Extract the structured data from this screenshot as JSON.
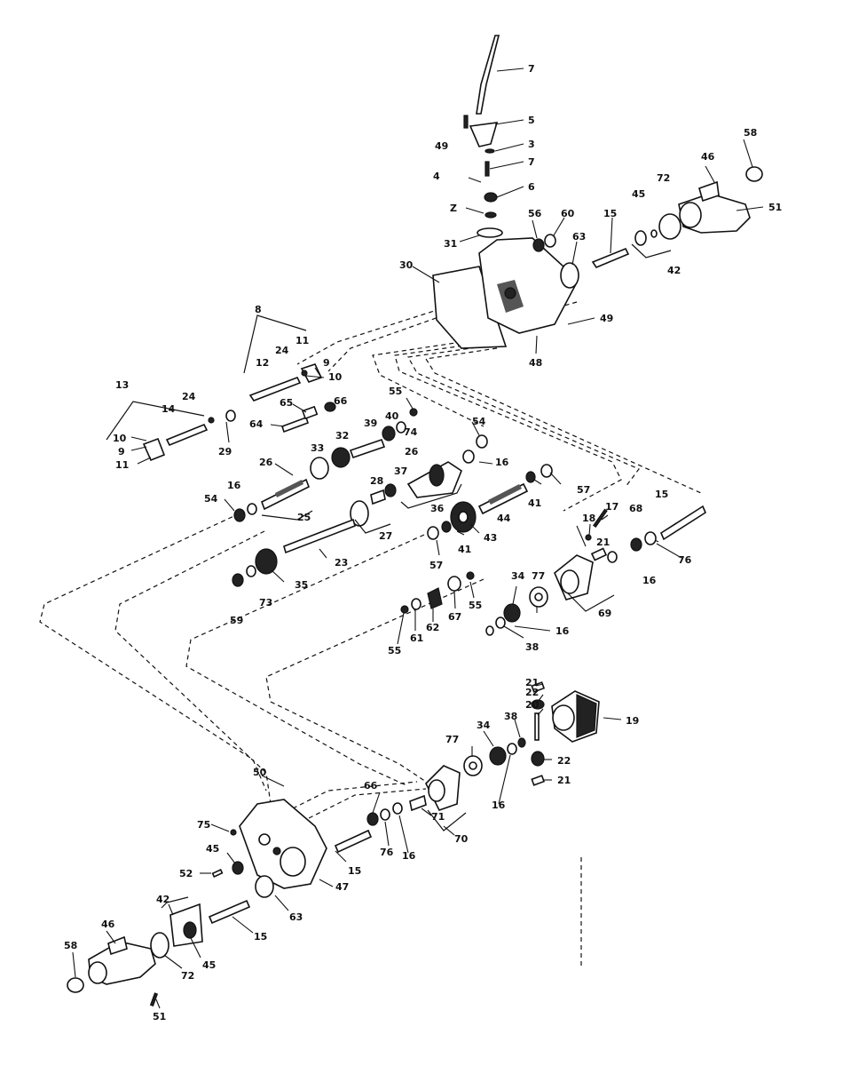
{
  "diagram": {
    "callouts": [
      {
        "id": "c7a",
        "text": "7"
      },
      {
        "id": "c5",
        "text": "5"
      },
      {
        "id": "c49a",
        "text": "49"
      },
      {
        "id": "c3",
        "text": "3"
      },
      {
        "id": "c7b",
        "text": "7"
      },
      {
        "id": "c4",
        "text": "4"
      },
      {
        "id": "c6",
        "text": "6"
      },
      {
        "id": "c2",
        "text": "Z"
      },
      {
        "id": "c31",
        "text": "31"
      },
      {
        "id": "c56",
        "text": "56"
      },
      {
        "id": "c60",
        "text": "60"
      },
      {
        "id": "c63a",
        "text": "63"
      },
      {
        "id": "c15a",
        "text": "15"
      },
      {
        "id": "c45a",
        "text": "45"
      },
      {
        "id": "c72a",
        "text": "72"
      },
      {
        "id": "c42a",
        "text": "42"
      },
      {
        "id": "c46a",
        "text": "46"
      },
      {
        "id": "c58a",
        "text": "58"
      },
      {
        "id": "c51a",
        "text": "51"
      },
      {
        "id": "c30",
        "text": "30"
      },
      {
        "id": "c49b",
        "text": "49"
      },
      {
        "id": "c48",
        "text": "48"
      },
      {
        "id": "c8",
        "text": "8"
      },
      {
        "id": "c24a",
        "text": "24"
      },
      {
        "id": "c11a",
        "text": "11"
      },
      {
        "id": "c9a",
        "text": "9"
      },
      {
        "id": "c12",
        "text": "12"
      },
      {
        "id": "c10a",
        "text": "10"
      },
      {
        "id": "c13",
        "text": "13"
      },
      {
        "id": "c24b",
        "text": "24"
      },
      {
        "id": "c14",
        "text": "14"
      },
      {
        "id": "c10b",
        "text": "10"
      },
      {
        "id": "c9b",
        "text": "9"
      },
      {
        "id": "c11b",
        "text": "11"
      },
      {
        "id": "c29",
        "text": "29"
      },
      {
        "id": "c55a",
        "text": "55"
      },
      {
        "id": "c65",
        "text": "65"
      },
      {
        "id": "c66a",
        "text": "66"
      },
      {
        "id": "c64",
        "text": "64"
      },
      {
        "id": "c40",
        "text": "40"
      },
      {
        "id": "c74",
        "text": "74"
      },
      {
        "id": "c39",
        "text": "39"
      },
      {
        "id": "c54a",
        "text": "54"
      },
      {
        "id": "c33",
        "text": "33"
      },
      {
        "id": "c32",
        "text": "32"
      },
      {
        "id": "c26a",
        "text": "26"
      },
      {
        "id": "c16a",
        "text": "16"
      },
      {
        "id": "c26b",
        "text": "26"
      },
      {
        "id": "c37",
        "text": "37"
      },
      {
        "id": "c28",
        "text": "28"
      },
      {
        "id": "c25",
        "text": "25"
      },
      {
        "id": "c54b",
        "text": "54"
      },
      {
        "id": "c16b",
        "text": "16"
      },
      {
        "id": "c41a",
        "text": "41"
      },
      {
        "id": "c57a",
        "text": "57"
      },
      {
        "id": "c36",
        "text": "36"
      },
      {
        "id": "c44",
        "text": "44"
      },
      {
        "id": "c27",
        "text": "27"
      },
      {
        "id": "c43",
        "text": "43"
      },
      {
        "id": "c23",
        "text": "23"
      },
      {
        "id": "c41b",
        "text": "41"
      },
      {
        "id": "c57b",
        "text": "57"
      },
      {
        "id": "c18",
        "text": "18"
      },
      {
        "id": "c17",
        "text": "17"
      },
      {
        "id": "c68a",
        "text": "68"
      },
      {
        "id": "c15b",
        "text": "15"
      },
      {
        "id": "c21a",
        "text": "21"
      },
      {
        "id": "c76a",
        "text": "76"
      },
      {
        "id": "c16c",
        "text": "16"
      },
      {
        "id": "c35",
        "text": "35"
      },
      {
        "id": "c73",
        "text": "73"
      },
      {
        "id": "c59",
        "text": "59"
      },
      {
        "id": "c55b",
        "text": "55"
      },
      {
        "id": "c67",
        "text": "67"
      },
      {
        "id": "c62",
        "text": "62"
      },
      {
        "id": "c61",
        "text": "61"
      },
      {
        "id": "c55c",
        "text": "55"
      },
      {
        "id": "c34a",
        "text": "34"
      },
      {
        "id": "c77a",
        "text": "77"
      },
      {
        "id": "c69",
        "text": "69"
      },
      {
        "id": "c16d",
        "text": "16"
      },
      {
        "id": "c38a",
        "text": "38"
      },
      {
        "id": "c21b",
        "text": "21"
      },
      {
        "id": "c22a",
        "text": "22"
      },
      {
        "id": "c20",
        "text": "20"
      },
      {
        "id": "c19",
        "text": "19"
      },
      {
        "id": "c34b",
        "text": "34"
      },
      {
        "id": "c38b",
        "text": "38"
      },
      {
        "id": "c77b",
        "text": "77"
      },
      {
        "id": "c22b",
        "text": "22"
      },
      {
        "id": "c21c",
        "text": "21"
      },
      {
        "id": "c16e",
        "text": "16"
      },
      {
        "id": "c50",
        "text": "50"
      },
      {
        "id": "c66b",
        "text": "66"
      },
      {
        "id": "c71",
        "text": "71"
      },
      {
        "id": "c76b",
        "text": "76"
      },
      {
        "id": "c16f",
        "text": "16"
      },
      {
        "id": "c70",
        "text": "70"
      },
      {
        "id": "c75",
        "text": "75"
      },
      {
        "id": "c15c",
        "text": "15"
      },
      {
        "id": "c45b",
        "text": "45"
      },
      {
        "id": "c52",
        "text": "52"
      },
      {
        "id": "c47",
        "text": "47"
      },
      {
        "id": "c63b",
        "text": "63"
      },
      {
        "id": "c42b",
        "text": "42"
      },
      {
        "id": "c46b",
        "text": "46"
      },
      {
        "id": "c15d",
        "text": "15"
      },
      {
        "id": "c58b",
        "text": "58"
      },
      {
        "id": "c72b",
        "text": "72"
      },
      {
        "id": "c45c",
        "text": "45"
      },
      {
        "id": "c51b",
        "text": "51"
      }
    ]
  }
}
